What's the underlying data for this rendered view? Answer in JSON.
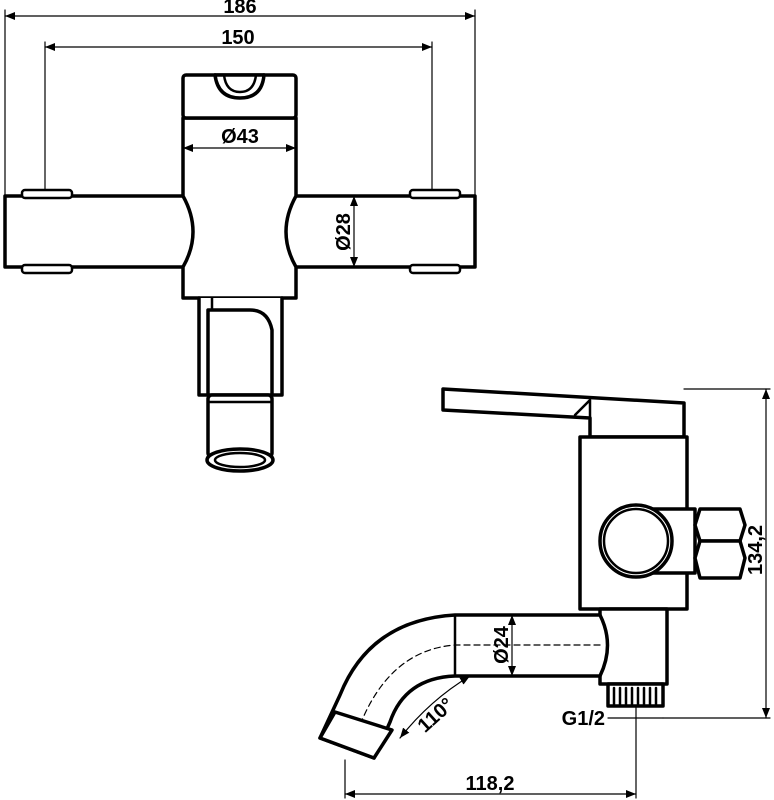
{
  "top_view": {
    "dimensions": {
      "overall_width": "186",
      "center_distance": "150",
      "cartridge_diameter": "Ø43",
      "body_diameter": "Ø28"
    }
  },
  "side_view": {
    "dimensions": {
      "height": "134,2",
      "spout_diameter": "Ø24",
      "bend_angle": "110°",
      "thread": "G1/2",
      "projection": "118,2"
    }
  }
}
